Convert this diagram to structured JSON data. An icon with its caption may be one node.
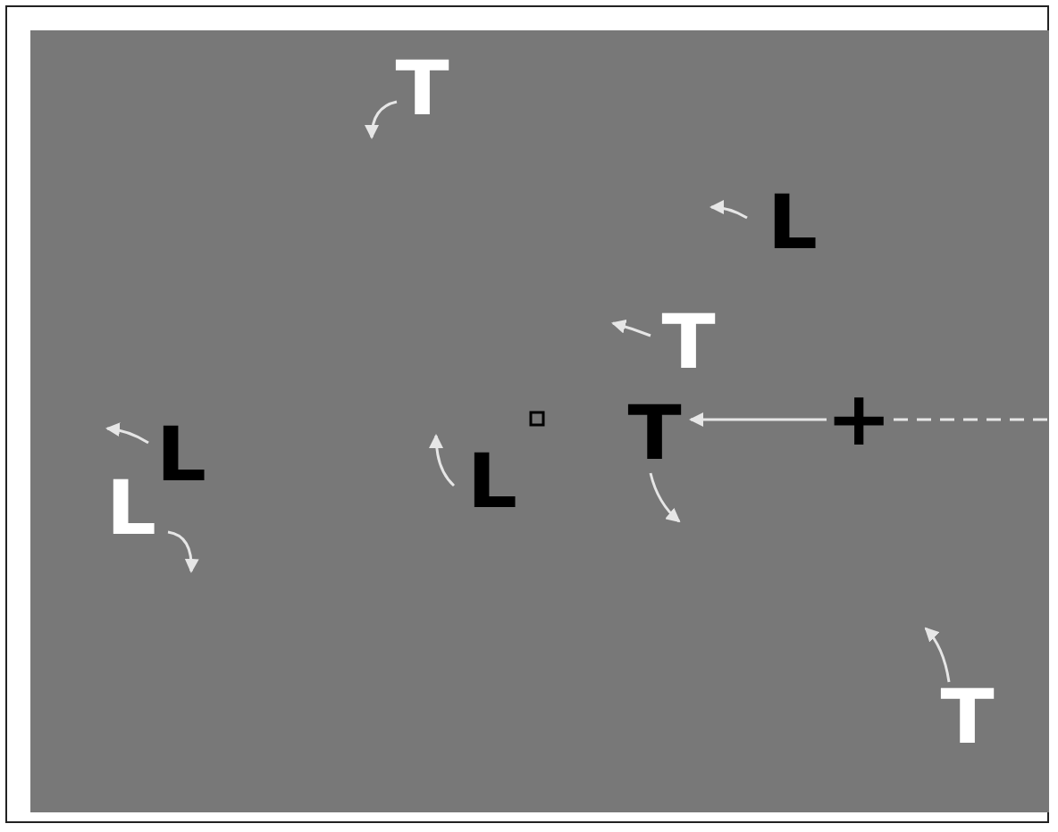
{
  "diagram": {
    "nodes": [
      {
        "text": [
          "T"
        ]
      },
      {
        "text": [
          "+"
        ]
      }
    ],
    "edges": [
      {
        "from": 1,
        "to": 0,
        "arrow": "to"
      },
      {
        "from": null,
        "to": 1,
        "arrow": "none",
        "style": "dashed"
      }
    ],
    "labels": [
      "T",
      "L",
      "T",
      "L",
      "L",
      "L",
      "T"
    ]
  }
}
